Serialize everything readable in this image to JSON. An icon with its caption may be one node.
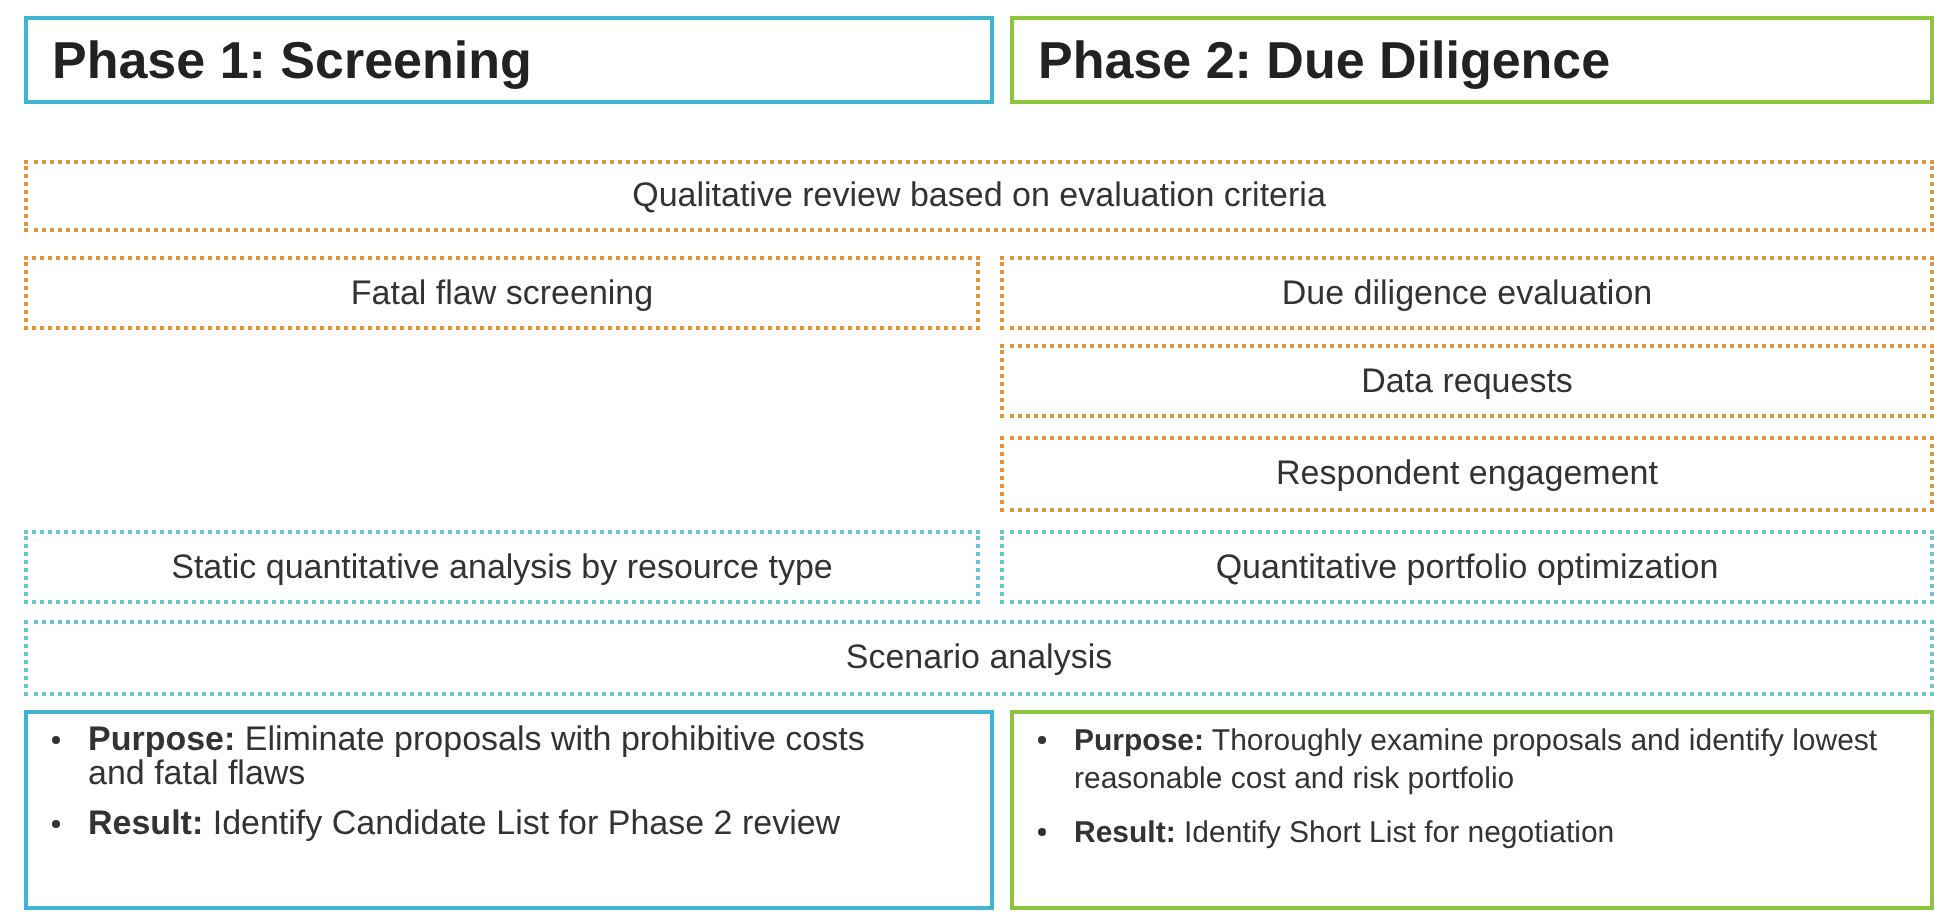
{
  "diagram": {
    "nodes": [
      {
        "text": [
          "Phase 1: Screening"
        ]
      },
      {
        "text": [
          "Phase 2: Due Diligence"
        ]
      },
      {
        "text": [
          "Qualitative review based on evaluation criteria"
        ]
      },
      {
        "text": [
          "Fatal flaw screening"
        ]
      },
      {
        "text": [
          "Due diligence evaluation"
        ]
      },
      {
        "text": [
          "Data requests"
        ]
      },
      {
        "text": [
          "Respondent engagement"
        ]
      },
      {
        "text": [
          "Static quantitative analysis by resource type"
        ]
      },
      {
        "text": [
          "Quantitative portfolio optimization"
        ]
      },
      {
        "text": [
          "Scenario analysis"
        ]
      },
      {
        "text": [
          "**Purpose:** Eliminate proposals with prohibitive costs and fatal flaws",
          "**Result:** Identify Candidate List for Phase 2 review"
        ]
      },
      {
        "text": [
          "**Purpose:** Thoroughly examine proposals and identify lowest reasonable cost and risk portfolio",
          "**Result:** Identify Short List for negotiation"
        ]
      }
    ]
  }
}
